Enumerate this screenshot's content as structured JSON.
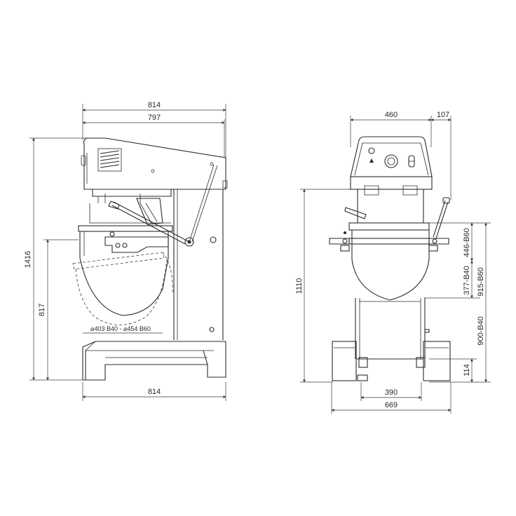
{
  "side_view": {
    "width_top_outer": "814",
    "width_top_inner": "797",
    "height_total": "1416",
    "height_bowl": "817",
    "bowl_diameter": "⌀403 B40 - ⌀454 B60",
    "width_base": "814"
  },
  "front_view": {
    "width_head": "460",
    "lever_offset": "107",
    "height_total": "1110",
    "bowl_446": "446-B60",
    "bowl_377": "377-B40",
    "bowl_915": "915-B60",
    "bowl_900": "900-B40",
    "feet_height": "114",
    "feet_inner": "390",
    "feet_outer": "669"
  }
}
